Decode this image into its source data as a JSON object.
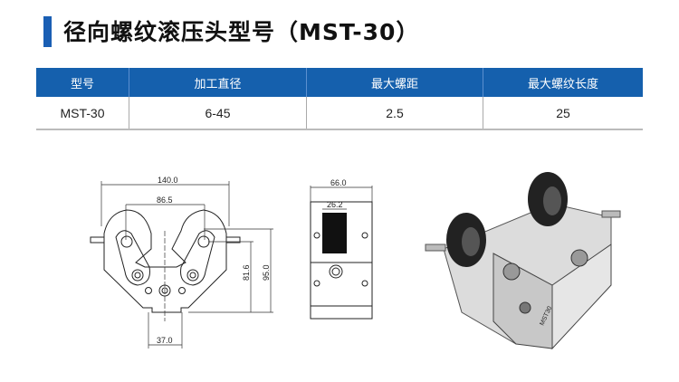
{
  "title": "径向螺纹滚压头型号（MST-30）",
  "table": {
    "headers": [
      "型号",
      "加工直径",
      "最大螺距",
      "最大螺纹长度"
    ],
    "rows": [
      [
        "MST-30",
        "6-45",
        "2.5",
        "25"
      ]
    ]
  },
  "drawing": {
    "front": {
      "width": "140.0",
      "center_distance": "86.5",
      "height_center": "81.6",
      "height_total": "95.0",
      "base_width": "37.0"
    },
    "side": {
      "width": "66.0",
      "roller_width": "26.2"
    },
    "render_label": "MST30"
  },
  "colors": {
    "accent": "#1560ad"
  }
}
